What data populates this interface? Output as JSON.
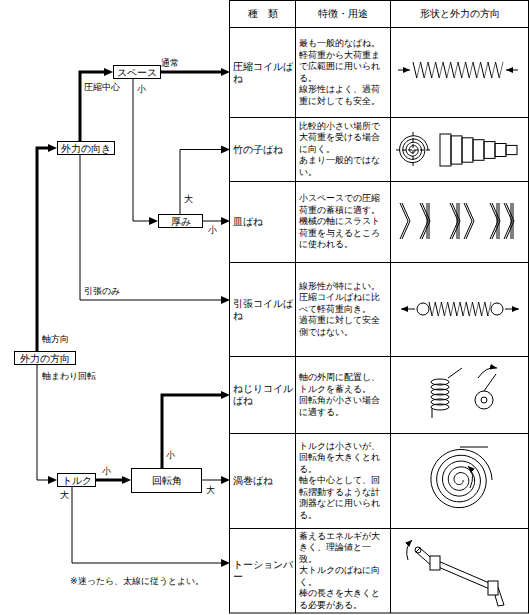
{
  "diagram": {
    "nodes": [
      {
        "text": [
          "外力の方向"
        ]
      },
      {
        "text": [
          "外力の向き"
        ]
      },
      {
        "text": [
          "スペース"
        ]
      },
      {
        "text": [
          "厚み"
        ]
      },
      {
        "text": [
          "トルク"
        ]
      },
      {
        "text": [
          "回転角"
        ]
      },
      {
        "text": [
          "圧縮コイルばね"
        ]
      },
      {
        "text": [
          "竹の子ばね"
        ]
      },
      {
        "text": [
          "皿ばね"
        ]
      },
      {
        "text": [
          "引張コイルばね"
        ]
      },
      {
        "text": [
          "ねじりコイルばね"
        ]
      },
      {
        "text": [
          "渦巻ばね"
        ]
      },
      {
        "text": [
          "トーションバー"
        ]
      }
    ],
    "edges": [
      {
        "from": 0,
        "to": 1,
        "label": "軸方向",
        "arrow": "to"
      },
      {
        "from": 0,
        "to": 4,
        "label": "軸まわり回転",
        "arrow": "to"
      },
      {
        "from": 1,
        "to": 2,
        "label": "圧縮中心",
        "arrow": "to"
      },
      {
        "from": 1,
        "to": 9,
        "label": "引張のみ",
        "arrow": "to"
      },
      {
        "from": 2,
        "to": 6,
        "label": "通常",
        "arrow": "to"
      },
      {
        "from": 2,
        "to": 3,
        "label": "小",
        "arrow": "to"
      },
      {
        "from": 3,
        "to": 7,
        "label": "大",
        "arrow": "to"
      },
      {
        "from": 3,
        "to": 8,
        "label": "小",
        "arrow": "to"
      },
      {
        "from": 4,
        "to": 5,
        "label": "小",
        "arrow": "to"
      },
      {
        "from": 4,
        "to": 12,
        "label": "大",
        "arrow": "to"
      },
      {
        "from": 5,
        "to": 10,
        "label": "小",
        "arrow": "to"
      },
      {
        "from": 5,
        "to": 11,
        "label": "大",
        "arrow": "to"
      }
    ],
    "labels": [
      "種　類",
      "特徴・用途",
      "形状と外力の方向",
      "最も一般的なばね。",
      "軽荷重から大荷重まで広範囲に用いられる。",
      "線形性はよく、過荷重に対しても安全。",
      "比較的小さい場所で大荷重を受ける場合に向く。",
      "あまり一般的ではない。",
      "小スペースでの圧縮荷重の蓄積に適す。",
      "機械の軸にスラスト荷重を与えるところに使われる。",
      "線形性が特によい。",
      "圧縮コイルばねに比べて軽荷重向き。",
      "過荷重に対して安全側ではない。",
      "軸の外周に配置し、トルクを蓄える。",
      "回転角が小さい場合に適する。",
      "トルクは小さいが、回転角を大きくとれる。",
      "軸を中心として、回転摺動するような計測器などに用いられる。",
      "蓄えるエネルギが大きく、理論値と一致。",
      "大トルクのばねに向く。",
      "棒の長さを大きくとる必要がある。",
      "※迷ったら、太線に従うとよい。"
    ]
  }
}
